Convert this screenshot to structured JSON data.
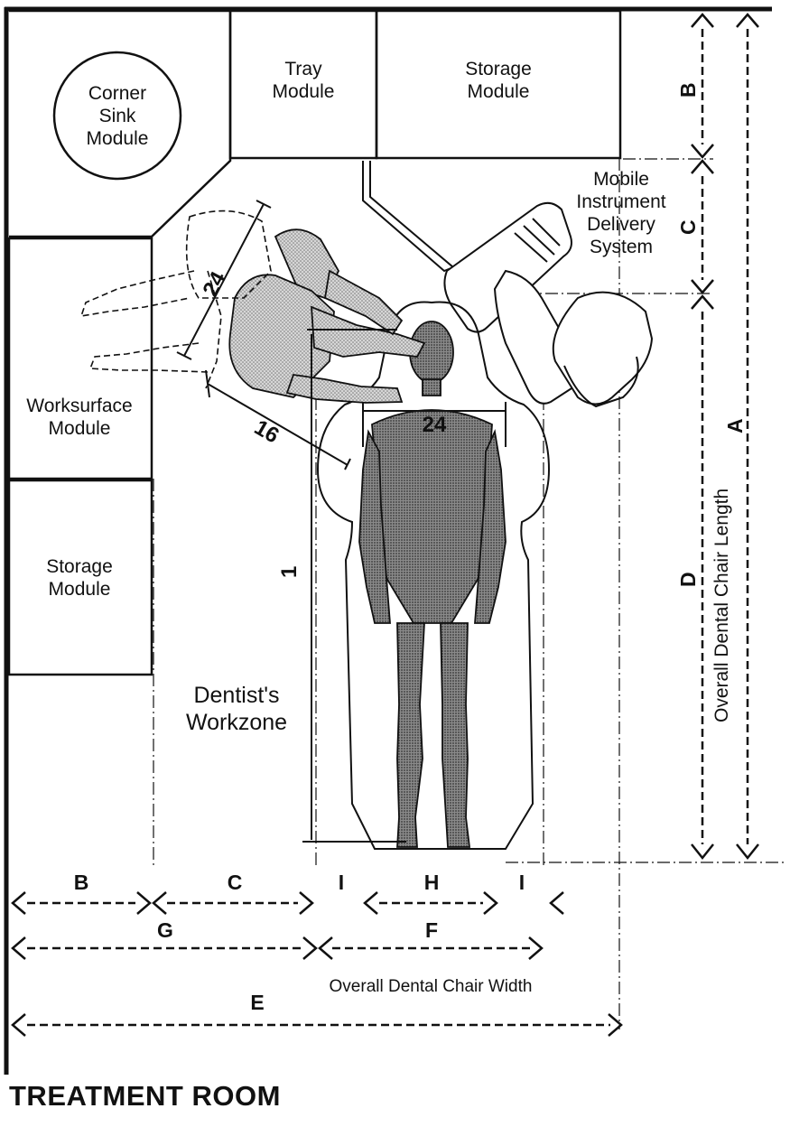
{
  "modules": {
    "corner_sink": [
      "Corner",
      "Sink",
      "Module"
    ],
    "tray": [
      "Tray",
      "Module"
    ],
    "storage_top": [
      "Storage",
      "Module"
    ],
    "worksurface": [
      "Worksurface",
      "Module"
    ],
    "storage_left": [
      "Storage",
      "Module"
    ],
    "mobile_delivery": [
      "Mobile",
      "Instrument",
      "Delivery",
      "System"
    ]
  },
  "zone_label": [
    "Dentist's",
    "Workzone"
  ],
  "dimensions": {
    "clearance_reach": "24",
    "elbow_reach": "16",
    "shoulder_width": "24",
    "body_length": "1"
  },
  "bottom_dims": {
    "B": "B",
    "C": "C",
    "I_left": "I",
    "H": "H",
    "I_right": "I",
    "G": "G",
    "F": "F",
    "E": "E",
    "chair_width": "Overall Dental Chair Width"
  },
  "right_dims": {
    "B": "B",
    "C": "C",
    "D": "D",
    "A": "A",
    "chair_length": "Overall Dental Chair Length"
  },
  "title": "TREATMENT ROOM"
}
